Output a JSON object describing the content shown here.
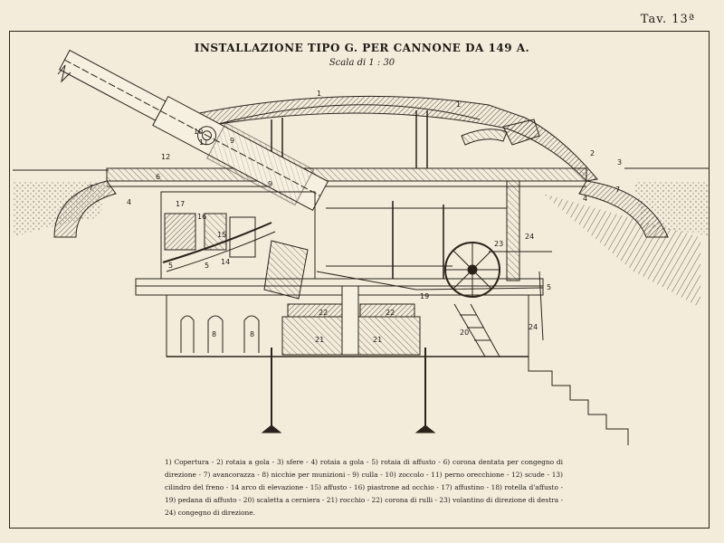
{
  "plate": {
    "number": "Tav. 13ª"
  },
  "header": {
    "title": "INSTALLAZIONE TIPO G. PER CANNONE DA 149 A.",
    "scale": "Scala di 1 : 30"
  },
  "labels": {
    "l1a": "1",
    "l1b": "1",
    "l2": "2",
    "l3": "3",
    "l4a": "4",
    "l4b": "4",
    "l5a": "5",
    "l5b": "5",
    "l5c": "5",
    "l6": "6",
    "l7a": "7",
    "l7b": "7",
    "l8a": "8",
    "l8b": "8",
    "l9a": "9",
    "l9b": "9",
    "l10": "10",
    "l11": "11",
    "l12": "12",
    "l14": "14",
    "l15": "15",
    "l16": "16",
    "l17": "17",
    "l19": "19",
    "l20": "20",
    "l21a": "21",
    "l21b": "21",
    "l22a": "22",
    "l22b": "22",
    "l23": "23",
    "l24a": "24",
    "l24b": "24"
  },
  "legend": {
    "text": "1) Copertura - 2) rotaia a gola - 3) sfere - 4) rotaia a gola - 5) rotaia di affusto - 6) corona dentata per congegno di direzione - 7) avancorazza - 8) nicchie per munizioni - 9) culla - 10) zoccolo - 11) perno orecchione - 12) scude - 13) cilindro del freno - 14 arco di elevazione - 15) affusto - 16) piastrone ad occhio - 17) affustino - 18) rotella d'affusto - 19) pedana di affusto - 20) scaletta a cerniera - 21) rocchio - 22) corona di rulli - 23) volantino di direzione di destra - 24) congegno di direzione."
  }
}
